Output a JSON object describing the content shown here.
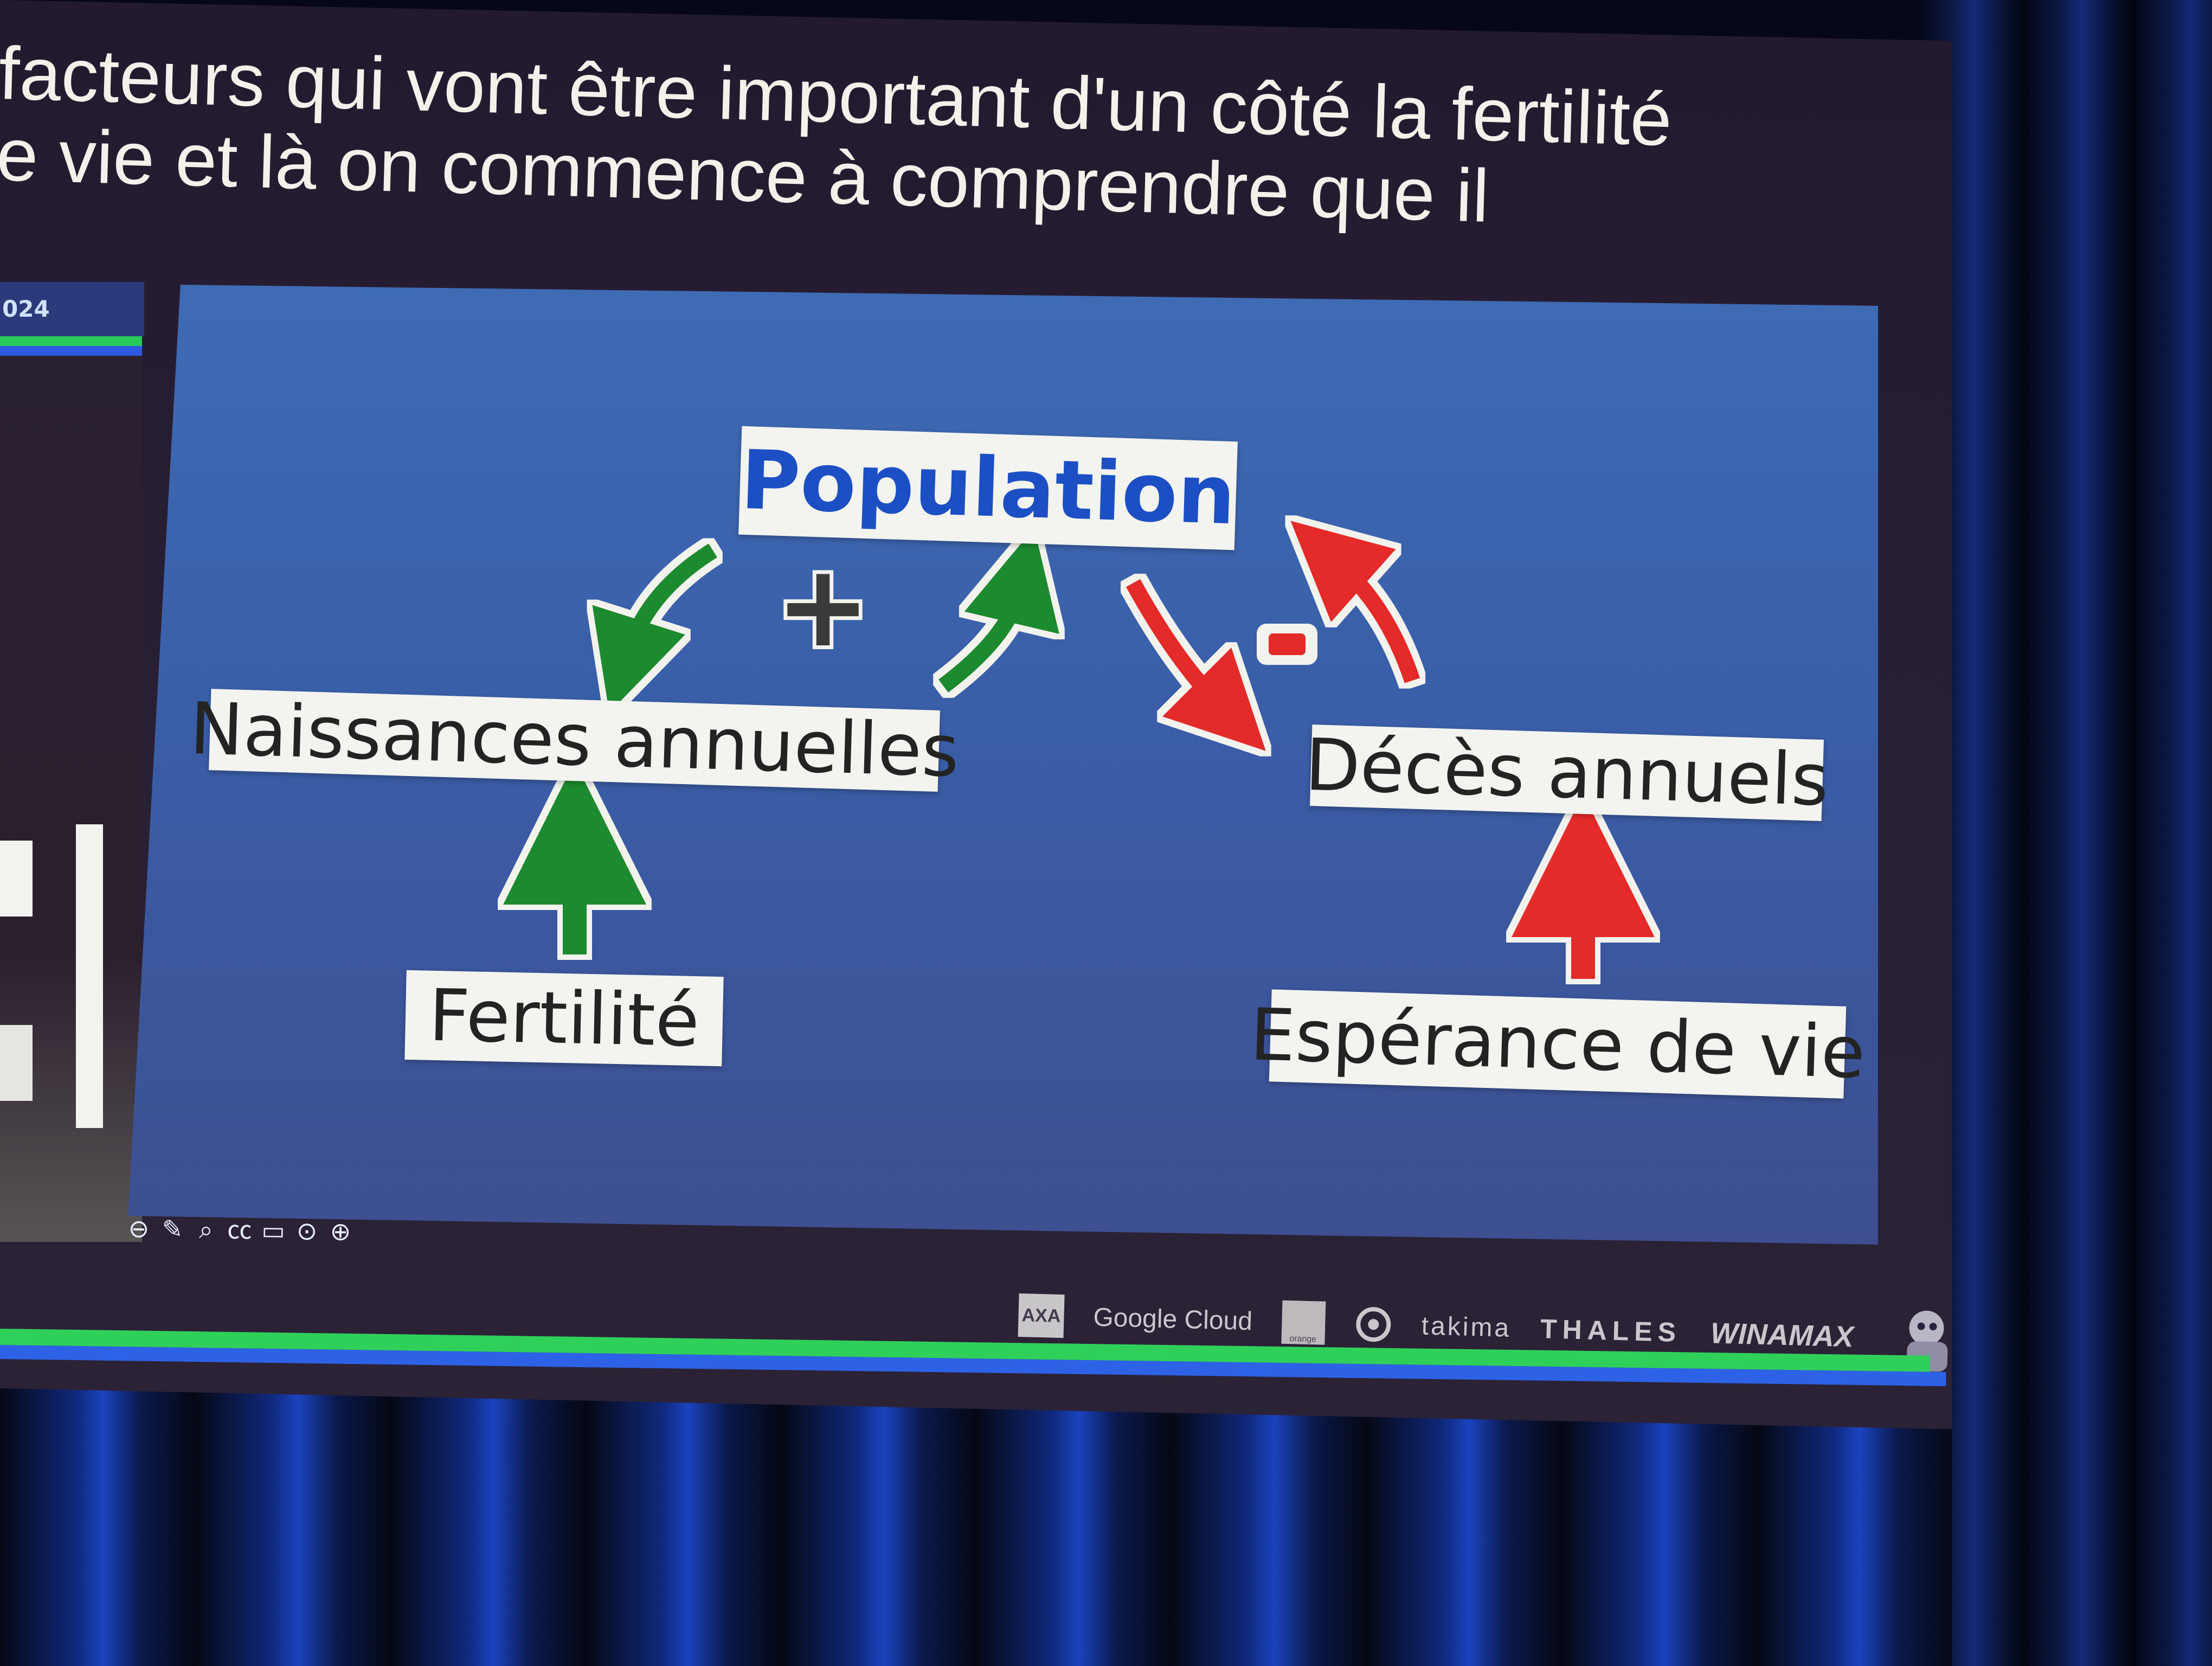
{
  "caption": {
    "line1": "facteurs qui vont être important d'un côté la fertilité",
    "line2": "e vie et là on commence à comprendre que il"
  },
  "thumbnail": {
    "year_fragment": "024"
  },
  "diagram": {
    "center": "Population",
    "left_box": "Naissances annuelles",
    "right_box": "Décès annuels",
    "left_source": "Fertilité",
    "right_source": "Espérance de vie",
    "plus_sign": "+",
    "minus_sign": "-",
    "colors": {
      "positive": "#1e8a2e",
      "negative": "#e52a2a",
      "title": "#1d4fc4"
    }
  },
  "controls": {
    "icons": [
      "back-icon",
      "pen-icon",
      "zoom-icon",
      "captions-icon",
      "video-icon",
      "more-icon",
      "next-icon"
    ],
    "glyphs": [
      "⊖",
      "✎",
      "⌕",
      "㏄",
      "▭",
      "⊙",
      "⊕"
    ]
  },
  "sponsors": {
    "axa": "AXA",
    "google": "Google Cloud",
    "orange": "orange",
    "takima": "takima",
    "thales": "THALES",
    "winamax": "WINAMAX"
  }
}
